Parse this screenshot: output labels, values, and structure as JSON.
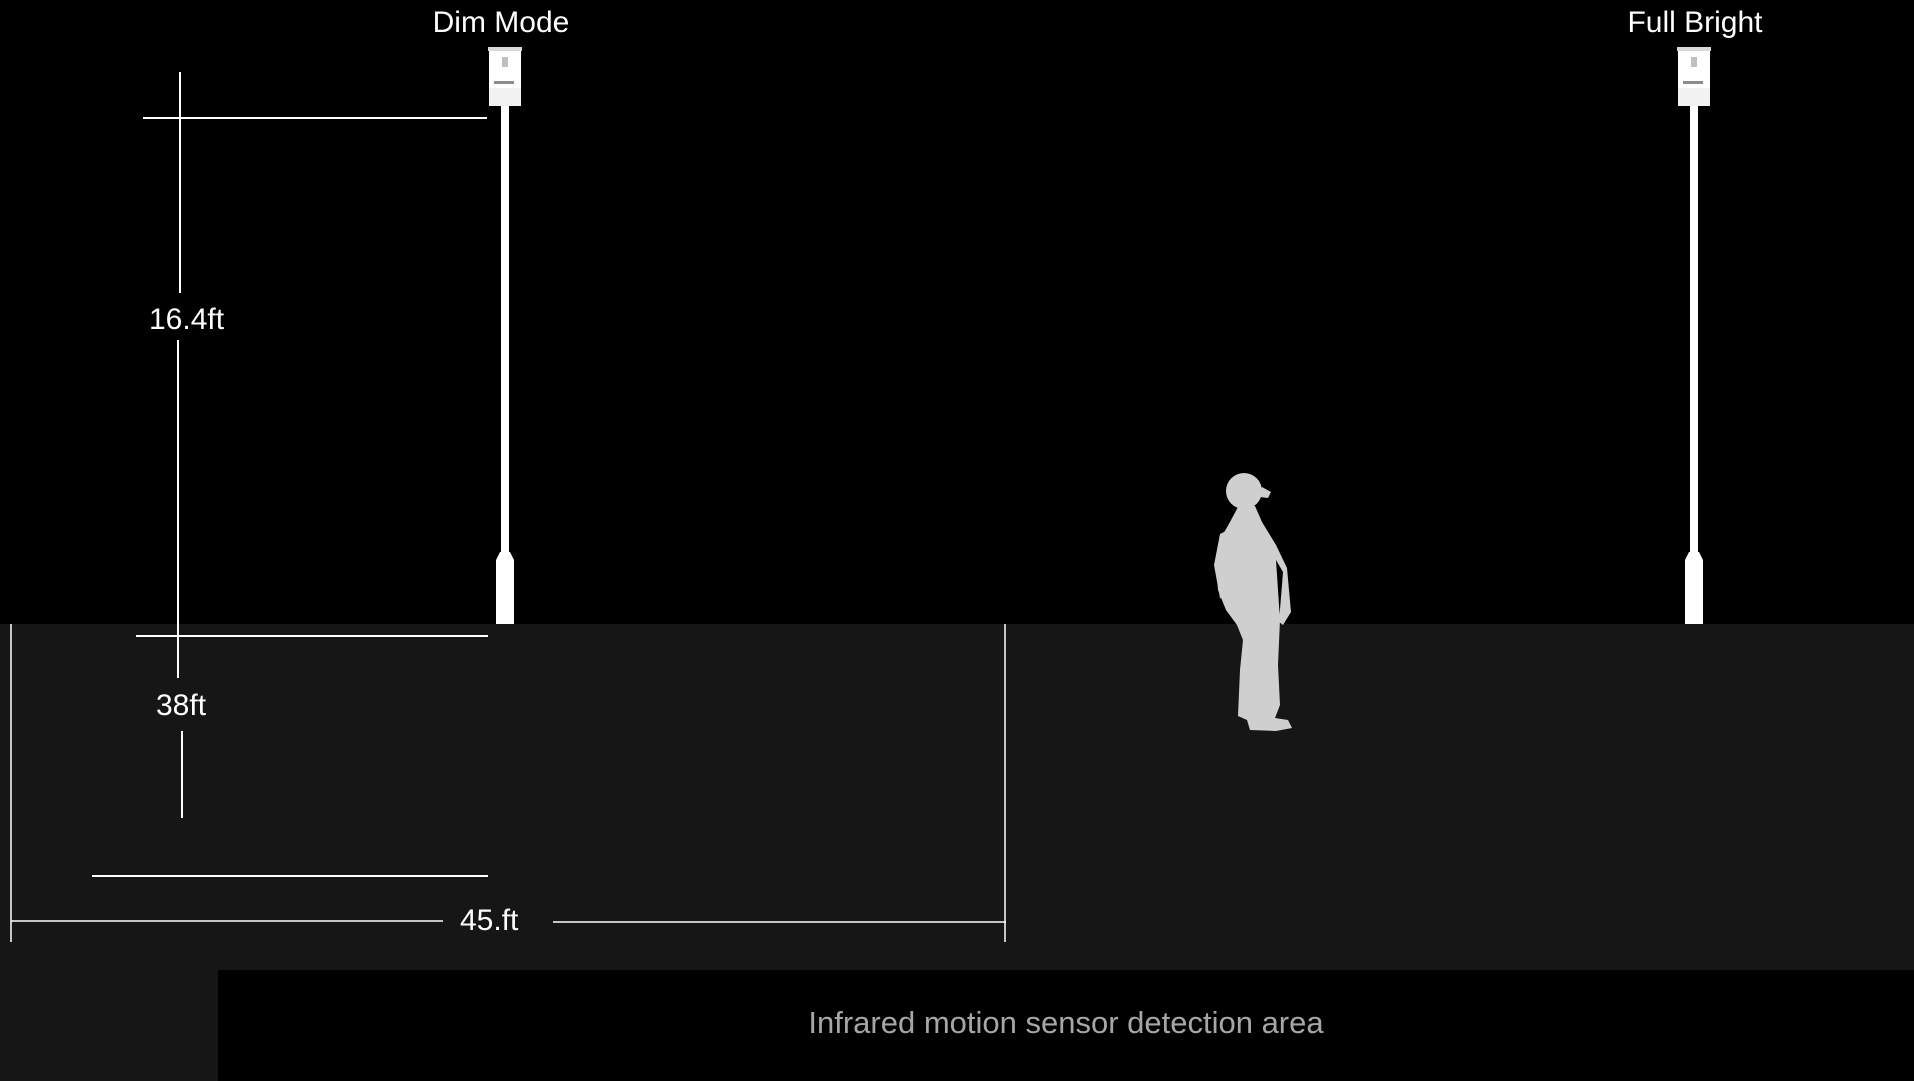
{
  "labels": {
    "dim_mode": "Dim Mode",
    "full_bright": "Full Bright",
    "pole_height": "16.4ft",
    "detection_depth": "38ft",
    "detection_width": "45.ft",
    "caption": "Infrared motion sensor detection area"
  },
  "colors": {
    "background": "#000000",
    "ground": "#161616",
    "line": "#ffffff",
    "person": "#cfcfcf",
    "caption_text": "#a6a6a6"
  },
  "icons": {
    "light_pole": "street-light-pole-icon",
    "person": "person-silhouette-icon"
  }
}
